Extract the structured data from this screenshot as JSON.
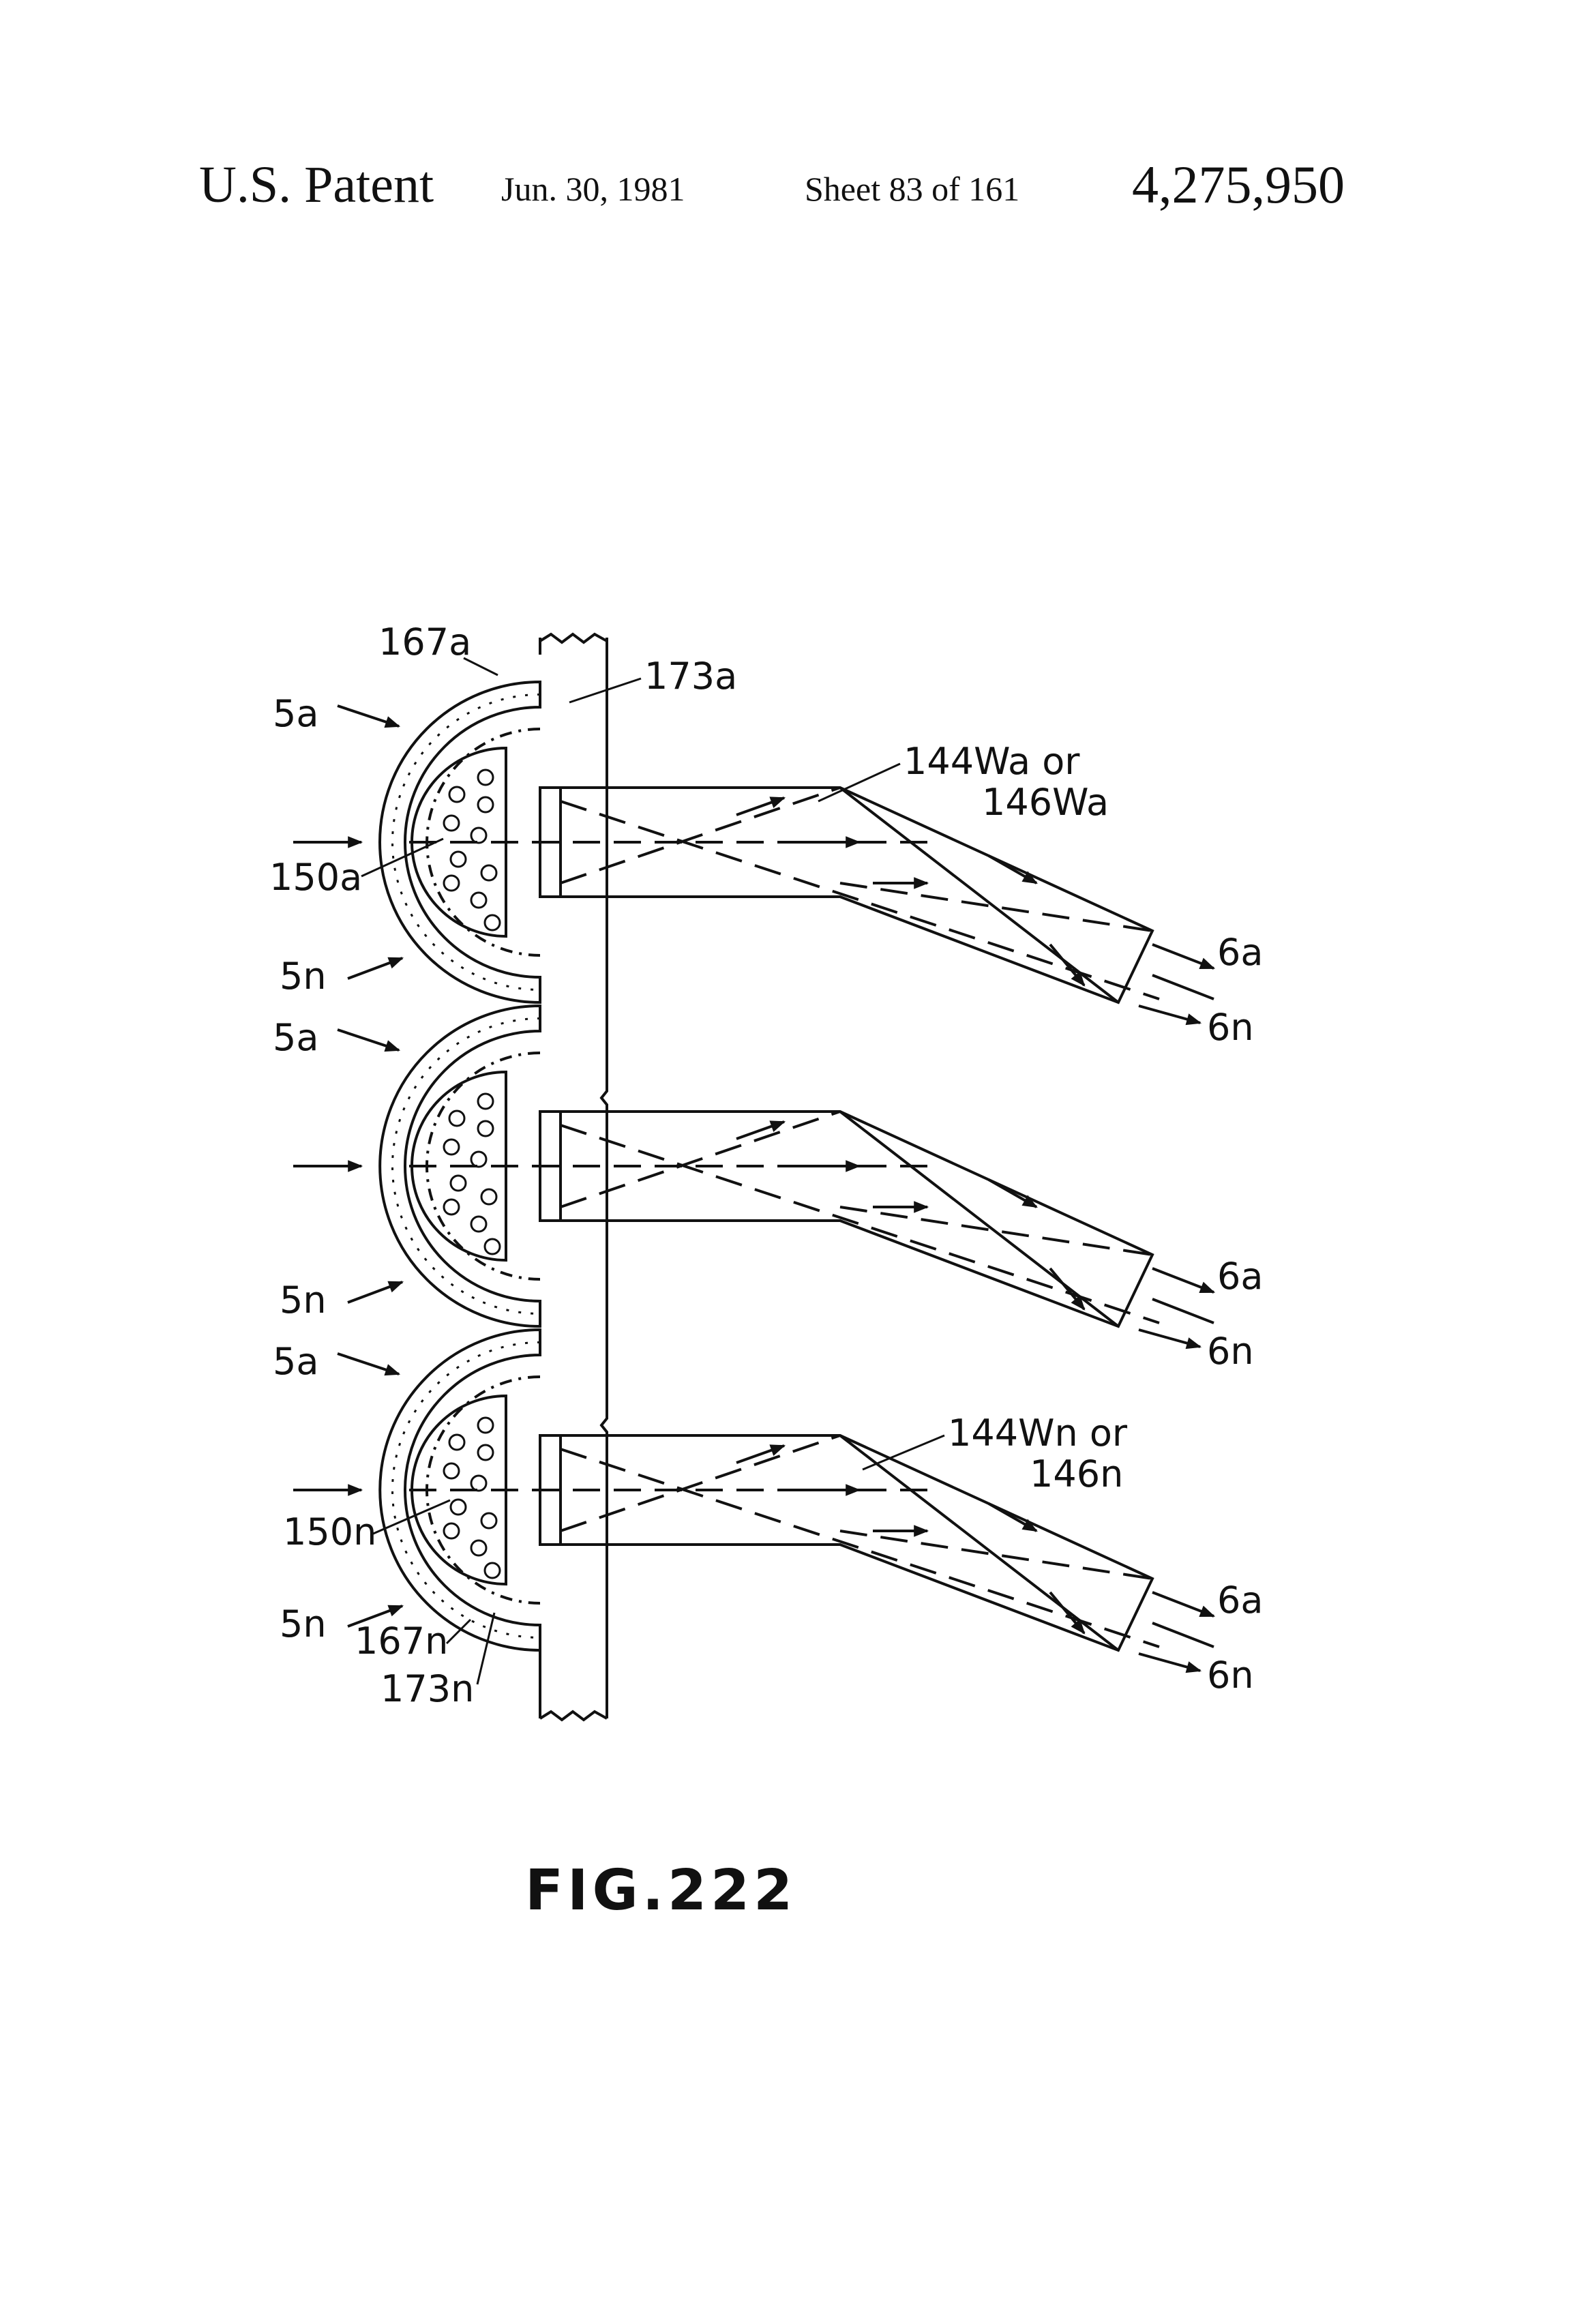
{
  "header": {
    "left": "U.S. Patent",
    "date": "Jun. 30, 1981",
    "sheet": "Sheet 83 of 161",
    "number": "4,275,950"
  },
  "figure": {
    "caption": "FIG.222",
    "labels": {
      "l167a": "167a",
      "l173a": "173a",
      "l144wa": "144Wa or",
      "l146wa": "146Wa",
      "l150a": "150a",
      "l144wn": "144Wn or",
      "l146n": "146n",
      "l150n": "150n",
      "l167n": "167n",
      "l173n": "173n",
      "l5a": "5a",
      "l5n": "5n",
      "l6a": "6a",
      "l6n": "6n"
    }
  },
  "colors": {
    "ink": "#111111",
    "paper": "#ffffff"
  }
}
